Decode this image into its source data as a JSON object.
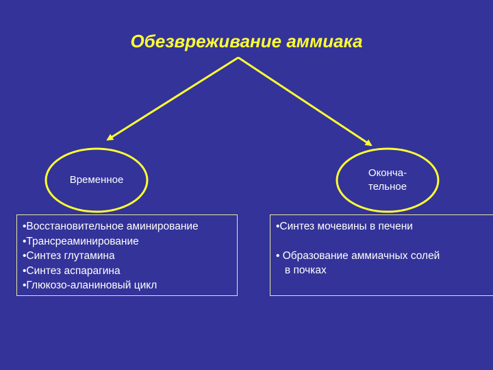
{
  "title": "Обезвреживание аммиака",
  "left": {
    "label": "Временное",
    "items": [
      "•Восстановительное аминирование",
      "•Трансреаминирование",
      "•Синтез глутамина",
      "•Синтез аспарагина",
      "•Глюкозо-аланиновый цикл"
    ]
  },
  "right": {
    "label_line1": "Оконча-",
    "label_line2": "тельное",
    "items": [
      "•Синтез мочевины в печени",
      "• Образование аммиачных солей\n   в почках"
    ]
  },
  "colors": {
    "background": "#333399",
    "accent": "#ffff33",
    "text": "#ffffff"
  }
}
